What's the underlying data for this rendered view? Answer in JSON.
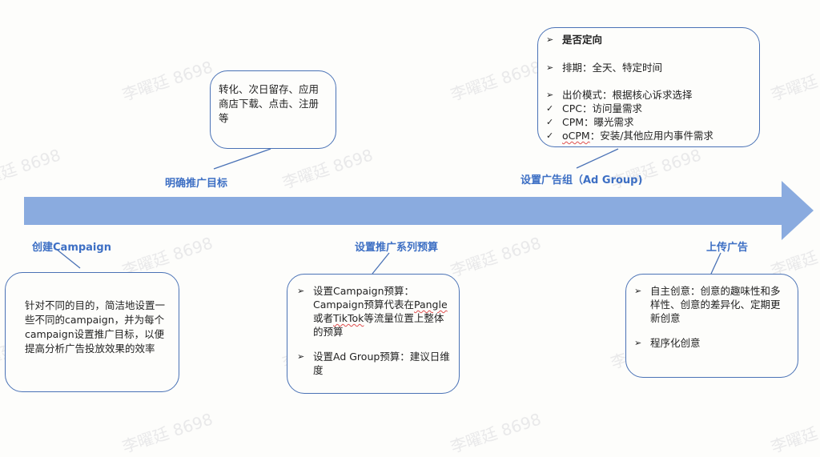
{
  "watermark": "李曜廷 8698",
  "colors": {
    "arrow": "#8aabdf",
    "box_border": "#4a72b6",
    "label": "#3d6fc4",
    "text": "#222222",
    "background": "#fdfdfb"
  },
  "stages": [
    {
      "id": "create-campaign",
      "label": "创建Campaign",
      "box_text": "针对不同的目的，简洁地设置一些不同的campaign，并为每个campaign设置推广目标，以便提高分析广告投放效果的效率"
    },
    {
      "id": "define-goal",
      "label": "明确推广目标",
      "box_text": "转化、次日留存、应用商店下载、点击、注册等"
    },
    {
      "id": "set-budget",
      "label": "设置推广系列预算",
      "items": [
        {
          "bullet": "arrow",
          "text_a": "设置Campaign预算：Campaign预算代表在",
          "text_u1": "Pangle",
          "text_b": "或者",
          "text_u2": "TikTok",
          "text_c": "等流量位置上整体的预算"
        },
        {
          "bullet": "arrow",
          "text": "设置Ad Group预算：建议日维度"
        }
      ]
    },
    {
      "id": "set-ad-group",
      "label": "设置广告组（Ad Group)",
      "items": [
        {
          "bullet": "arrow",
          "text": "是否定向"
        },
        {
          "bullet": "arrow",
          "text": "排期：全天、特定时间"
        },
        {
          "bullet": "arrow",
          "text": "出价模式：根据核心诉求选择"
        },
        {
          "bullet": "check",
          "text": "CPC：访问量需求"
        },
        {
          "bullet": "check",
          "text": "CPM：曝光需求"
        },
        {
          "bullet": "check",
          "text_u": "oCPM",
          "text": "：安装/其他应用内事件需求"
        }
      ]
    },
    {
      "id": "upload-ad",
      "label": "上传广告",
      "items": [
        {
          "bullet": "arrow",
          "text": "自主创意：创意的趣味性和多样性、创意的差异化、定期更新创意"
        },
        {
          "bullet": "arrow",
          "text": "程序化创意"
        }
      ]
    }
  ],
  "icons": {
    "arrow_bullet": "➢",
    "check_bullet": "✓"
  }
}
